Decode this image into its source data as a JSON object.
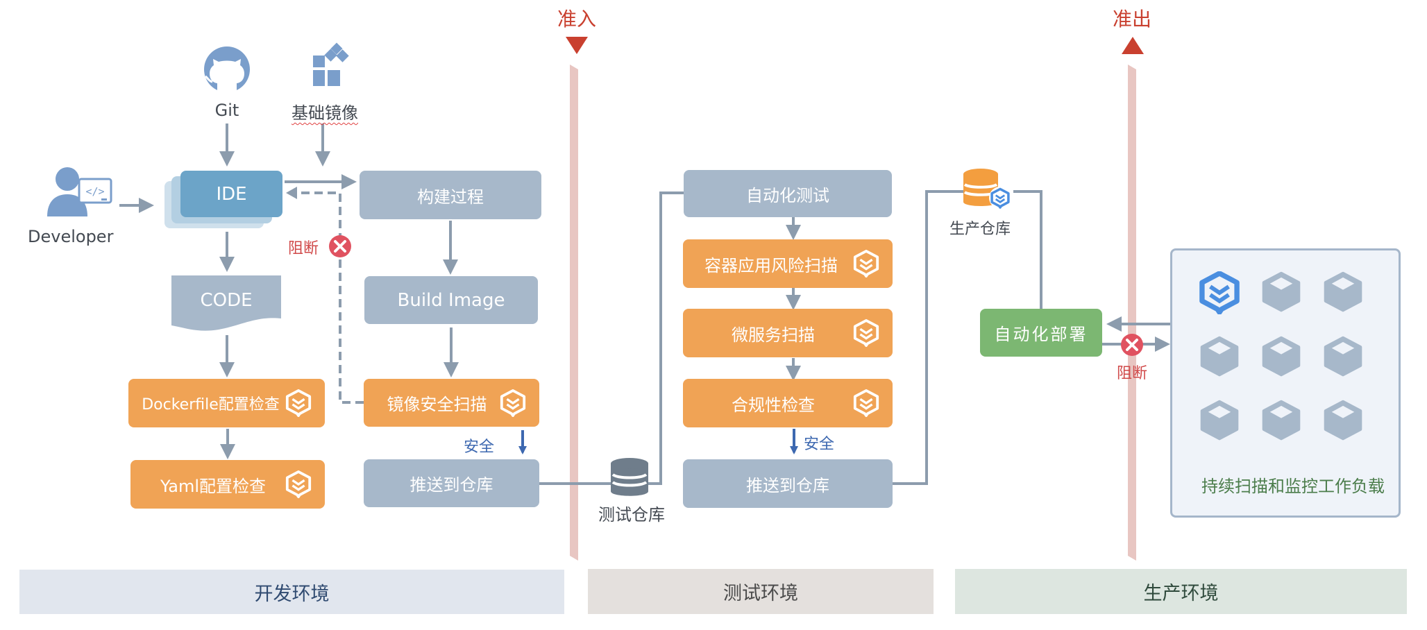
{
  "colors": {
    "gray_box": "#a7b8ca",
    "orange_box": "#f0a355",
    "green_box": "#7cb772",
    "ide_box": "#6ca4c8",
    "connector": "#8c9cad",
    "safe_arrow": "#3d68b0",
    "block_red": "#e05260",
    "gate_red": "#c9402f",
    "gate_bar": "#e8c6c2",
    "brand_blue": "#4a8ee0",
    "icon_blue": "#7a9ecb"
  },
  "sources": {
    "git_label": "Git",
    "base_image_label": "基础镜像",
    "developer_label": "Developer"
  },
  "dev": {
    "ide_label": "IDE",
    "code_label": "CODE",
    "dockerfile_check": "Dockerfile配置检查",
    "yaml_check": "Yaml配置检查",
    "build_process": "构建过程",
    "build_image": "Build Image",
    "image_scan": "镜像安全扫描",
    "push_repo": "推送到仓库",
    "block_label": "阻断",
    "safe_label": "安全"
  },
  "gates": {
    "entry_label": "准入",
    "exit_label": "准出"
  },
  "test": {
    "test_repo_label": "测试仓库",
    "auto_test": "自动化测试",
    "container_risk_scan": "容器应用风险扫描",
    "microservice_scan": "微服务扫描",
    "compliance_check": "合规性检查",
    "push_repo": "推送到仓库",
    "safe_label": "安全"
  },
  "prod": {
    "prod_repo_label": "生产仓库",
    "auto_deploy": "自动化部署",
    "block_label": "阻断",
    "workload_label": "持续扫描和监控工作负载",
    "workload_icons": [
      "security-shield",
      "container",
      "container",
      "container",
      "container",
      "container",
      "container",
      "container",
      "container"
    ]
  },
  "environments": [
    {
      "label": "开发环境",
      "bg": "#e1e6ee",
      "color": "#2f4a70"
    },
    {
      "label": "测试环境",
      "bg": "#e4e0dd",
      "color": "#4a4a4a"
    },
    {
      "label": "生产环境",
      "bg": "#dde6e0",
      "color": "#2f4a3c"
    }
  ]
}
